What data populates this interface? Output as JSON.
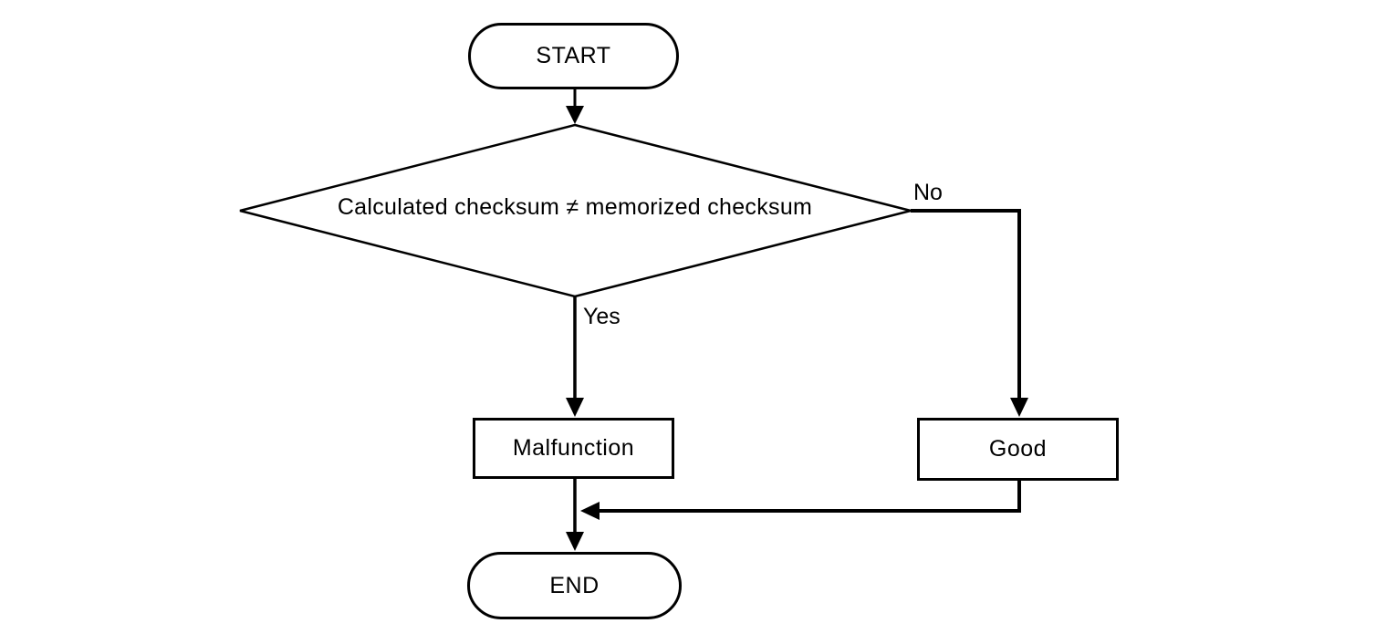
{
  "diagram": {
    "type": "flowchart",
    "nodes": {
      "start": {
        "label": "START",
        "shape": "terminator"
      },
      "decision": {
        "label": "Calculated checksum ≠ memorized checksum",
        "shape": "decision"
      },
      "malfunction": {
        "label": "Malfunction",
        "shape": "process"
      },
      "good": {
        "label": "Good",
        "shape": "process"
      },
      "end": {
        "label": "END",
        "shape": "terminator"
      }
    },
    "edges": [
      {
        "from": "start",
        "to": "decision",
        "label": ""
      },
      {
        "from": "decision",
        "to": "malfunction",
        "label": "Yes"
      },
      {
        "from": "decision",
        "to": "good",
        "label": "No"
      },
      {
        "from": "malfunction",
        "to": "end",
        "label": ""
      },
      {
        "from": "good",
        "to": "end",
        "label": ""
      }
    ],
    "edge_labels": {
      "yes": "Yes",
      "no": "No"
    },
    "colors": {
      "stroke": "#000000",
      "background": "#ffffff",
      "text": "#000000"
    }
  }
}
